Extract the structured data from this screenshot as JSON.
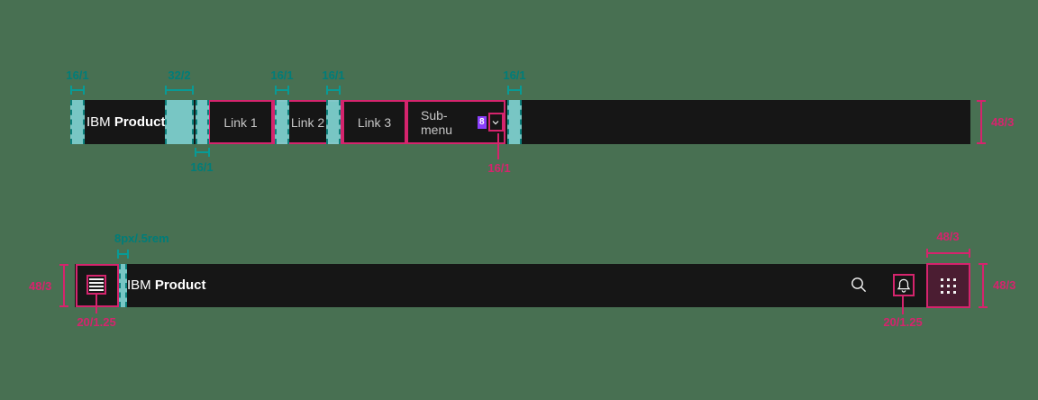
{
  "colors": {
    "background": "#487052",
    "bar": "#161616",
    "teal_strip": "#7dd0cd",
    "teal_text": "#007d79",
    "pink": "#d5246d",
    "purple_badge": "#8a3ffc",
    "switcher_bg": "#4b1d32",
    "link_text": "#c6c6c6",
    "white": "#ffffff"
  },
  "figure1": {
    "brand_prefix": "IBM",
    "brand_name": "Product",
    "links": [
      "Link 1",
      "Link 2",
      "Link 3"
    ],
    "submenu_label": "Sub-menu",
    "submenu_badge": "8",
    "measurements": {
      "left_padding": "16/1",
      "brand_gap": "32/2",
      "link2_left": "16/1",
      "link2_right": "16/1",
      "submenu_right": "16/1",
      "nav_gap": "16/1",
      "chevron_gap": "16/1",
      "bar_height": "48/3"
    }
  },
  "figure2": {
    "brand_prefix": "IBM",
    "brand_name": "Product",
    "measurements": {
      "bar_height_left": "48/3",
      "menu_icon": "20/1.25",
      "brand_gap": "8px/.5rem",
      "bell_icon": "20/1.25",
      "switcher_width": "48/3",
      "bar_height_right": "48/3"
    }
  }
}
